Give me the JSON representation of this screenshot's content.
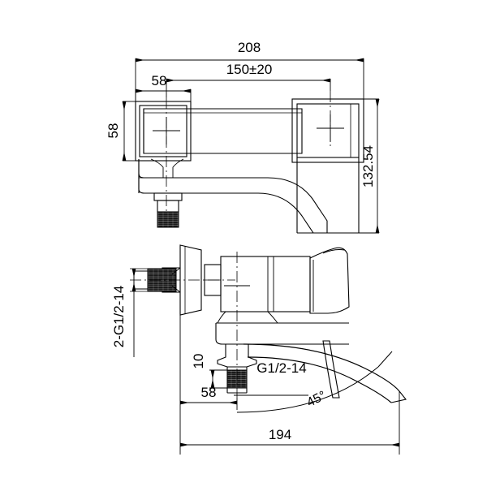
{
  "drawing": {
    "title": "wall-mounted-bath-shower-mixer-dimension-drawing",
    "background_color": "#ffffff",
    "line_color": "#000000",
    "units": "mm",
    "views": [
      {
        "name": "top-plan-view",
        "position": "upper"
      },
      {
        "name": "side-elevation-view",
        "position": "lower"
      }
    ]
  },
  "dimensions": {
    "overall_width_top": "208",
    "center_to_center": "150±20",
    "inlet_offset_top": "58",
    "body_depth": "58",
    "overall_height_side": "132.54",
    "inlet_thread_callout": "2-G1/2-14",
    "shower_outlet_thread": "G1/2-14",
    "outlet_thread_length": "10",
    "spout_offset_bottom": "58",
    "spout_angle": "45°",
    "overall_width_bottom": "194"
  }
}
